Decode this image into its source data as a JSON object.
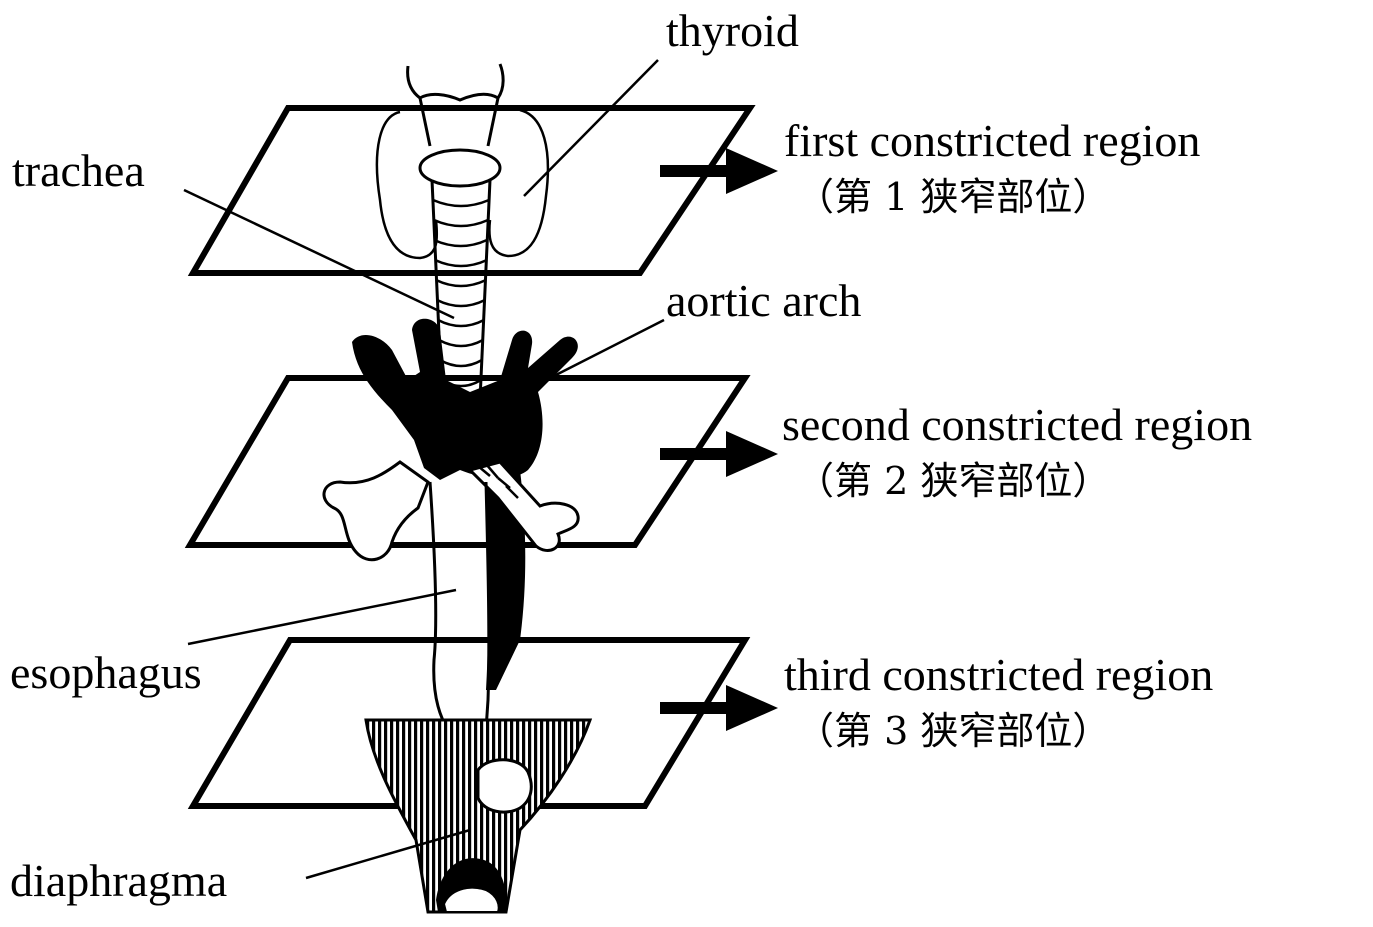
{
  "labels": {
    "thyroid": "thyroid",
    "trachea": "trachea",
    "aortic_arch": "aortic arch",
    "esophagus": "esophagus",
    "diaphragma": "diaphragma"
  },
  "regions": [
    {
      "en": "first constricted region",
      "jp": "（第 1 狭窄部位）"
    },
    {
      "en": "second constricted region",
      "jp": "（第 2 狭窄部位）"
    },
    {
      "en": "third constricted region",
      "jp": "（第 3 狭窄部位）"
    }
  ],
  "colors": {
    "line": "#000000",
    "fill_dark": "#000000",
    "background": "#ffffff"
  }
}
